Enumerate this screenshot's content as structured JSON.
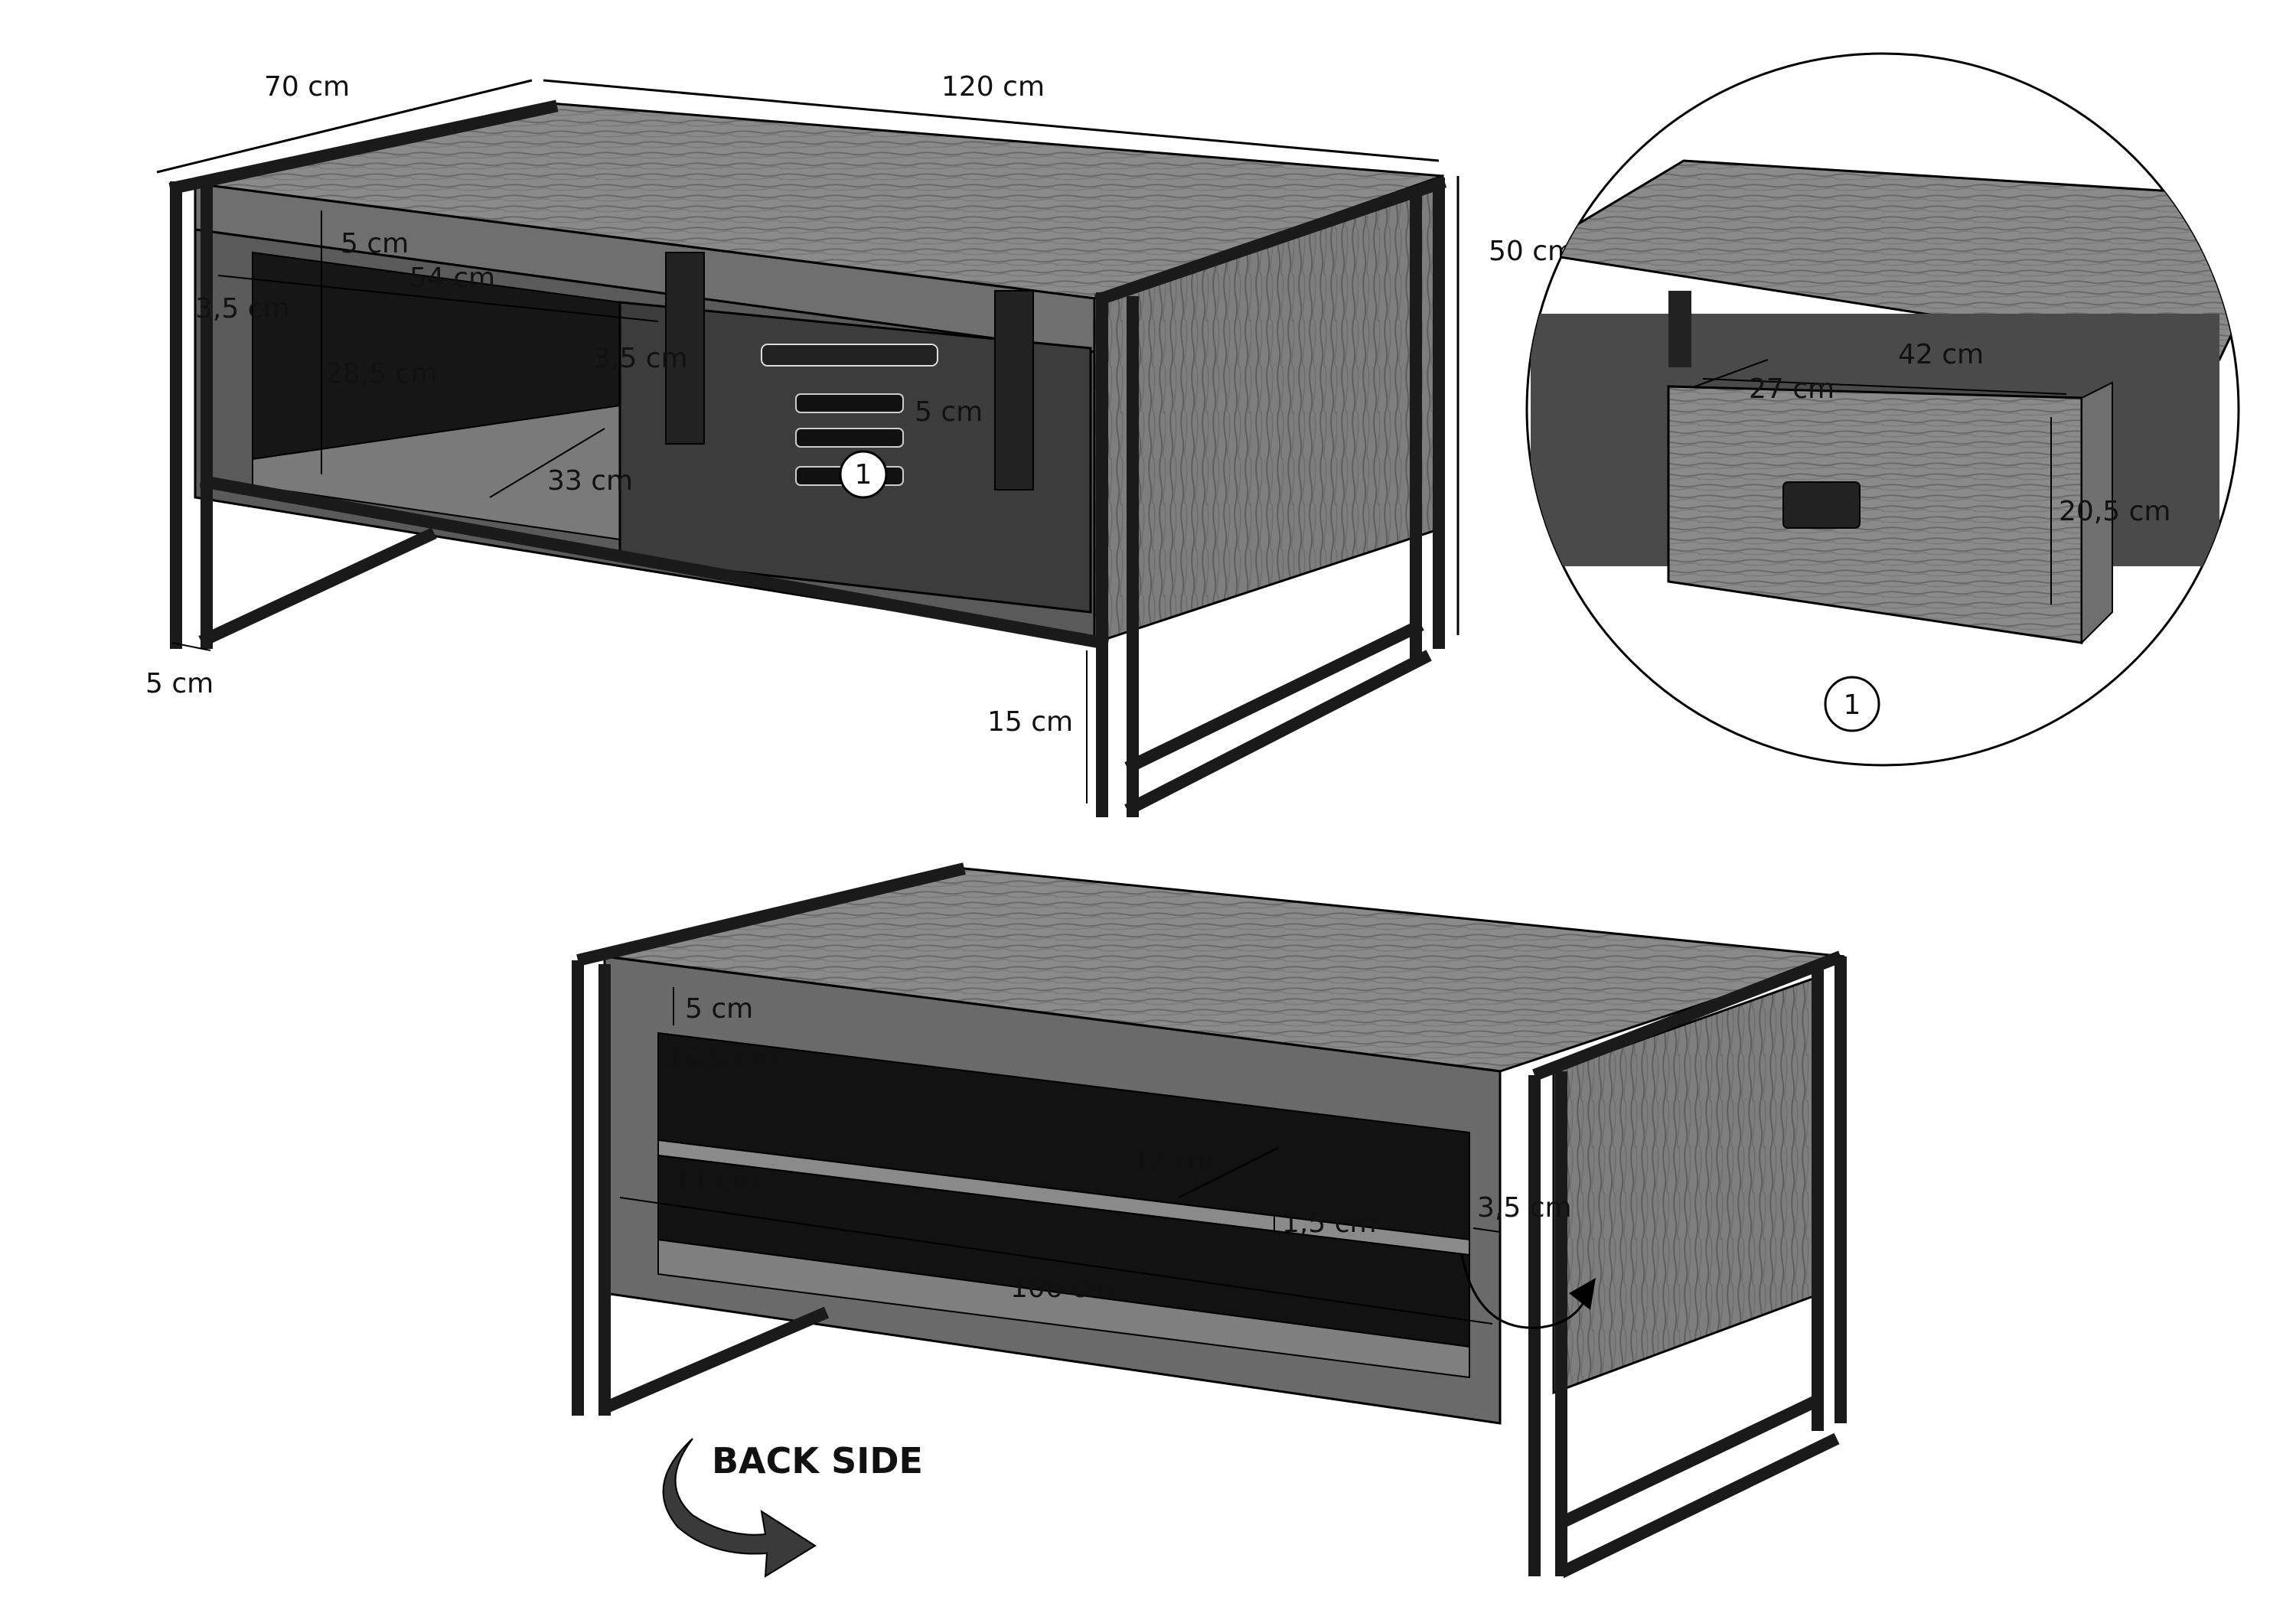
{
  "diagram": {
    "callout_number": "1",
    "back_side_label": "BACK SIDE",
    "colors": {
      "wood_light": "#8e8e8e",
      "wood_mid": "#6f6f6f",
      "wood_dark": "#4a4a4a",
      "metal": "#2b2b2b",
      "interior": "#101010",
      "line": "#000000"
    },
    "top_view": {
      "depth": "70 cm",
      "width": "120 cm",
      "height": "50 cm",
      "top_thickness": "5 cm",
      "open_width": "54 cm",
      "side_panel_left": "3,5 cm",
      "side_panel_right": "3,5 cm",
      "open_height": "28,5 cm",
      "shelf_depth": "33 cm",
      "handle_height": "5 cm",
      "leg_width": "5 cm",
      "leg_height": "15 cm"
    },
    "drawer_detail": {
      "drawer_width": "42 cm",
      "drawer_depth": "27 cm",
      "drawer_height": "20,5 cm"
    },
    "back_view": {
      "top_thickness": "5 cm",
      "upper_compartment": "16,5 cm",
      "lower_compartment": "11 cm",
      "shelf_depth": "32 cm",
      "shelf_thickness": "1,5 cm",
      "side_thickness": "3,5 cm",
      "inner_width": "106 cm"
    }
  }
}
